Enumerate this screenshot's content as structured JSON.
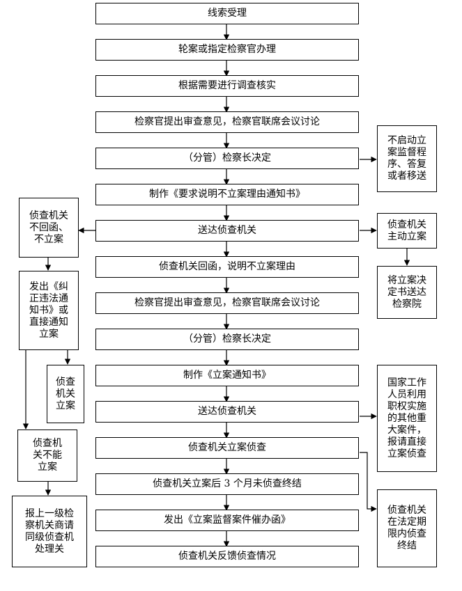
{
  "main_steps": [
    "线索受理",
    "轮案或指定检察官办理",
    "根据需要进行调查核实",
    "检察官提出审查意见，检察官联席会议讨论",
    "（分管）检察长决定",
    "制作《要求说明不立案理由通知书》",
    "送达侦查机关",
    "侦查机关回函，说明不立案理由",
    "检察官提出审查意见，检察官联席会议讨论",
    "（分管）检察长决定",
    "制作《立案通知书》",
    "送达侦查机关",
    "侦查机关立案侦查",
    "侦查机关立案后 3 个月未侦查终结",
    "发出《立案监督案件催办函》",
    "侦查机关反馈侦查情况"
  ],
  "right_boxes": {
    "no_supervision": "不启动立\n案监督程\n序、答复\n或者移送",
    "agency_files": "侦查机关\n主动立案",
    "send_decision": "将立案决\n定书送达\n检察院",
    "state_staff": "国家工作\n人员利用\n职权实施\n的其他重\n大案件，\n报请直接\n立案侦查",
    "not_concluded": "侦查机关\n在法定期\n限内侦查\n终结"
  },
  "left_boxes": {
    "no_reply": "侦查机关\n不回函、\n不立案",
    "correction_notice": "发出《纠\n正违法通\n知书》或\n直接通知\n立案",
    "agency_filed": "侦查\n机关\n立案",
    "cannot_file": "侦查机\n关不能\n立案",
    "report_upper": "报上一级检\n察机关商请\n同级侦查机\n处理关"
  }
}
